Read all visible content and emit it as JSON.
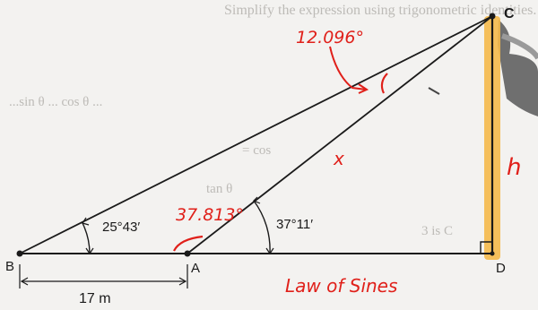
{
  "page": {
    "background_text": {
      "heading": "Simplify the expression using trigonometric identities.",
      "line1": "...sin θ ... cos θ ... ",
      "line2": "= cos",
      "line3": "3 is C",
      "line4": "tan θ"
    }
  },
  "diagram": {
    "points": {
      "B": "B",
      "A": "A",
      "C": "C",
      "D": "D"
    },
    "angle_B": "25°43′",
    "angle_A": "37°11′",
    "base_length": "17 m",
    "side_h": "h",
    "side_x": "x"
  },
  "annotations": {
    "angle_C": "12.096°",
    "angle_BAC": "37.813°",
    "x_mark": "x",
    "h_mark": "h",
    "method": "Law of Sines"
  },
  "colors": {
    "line": "#1a1a1a",
    "highlight": "#f5b94a",
    "ink": "#e0201a",
    "dark_object": "#6f6f6f"
  }
}
